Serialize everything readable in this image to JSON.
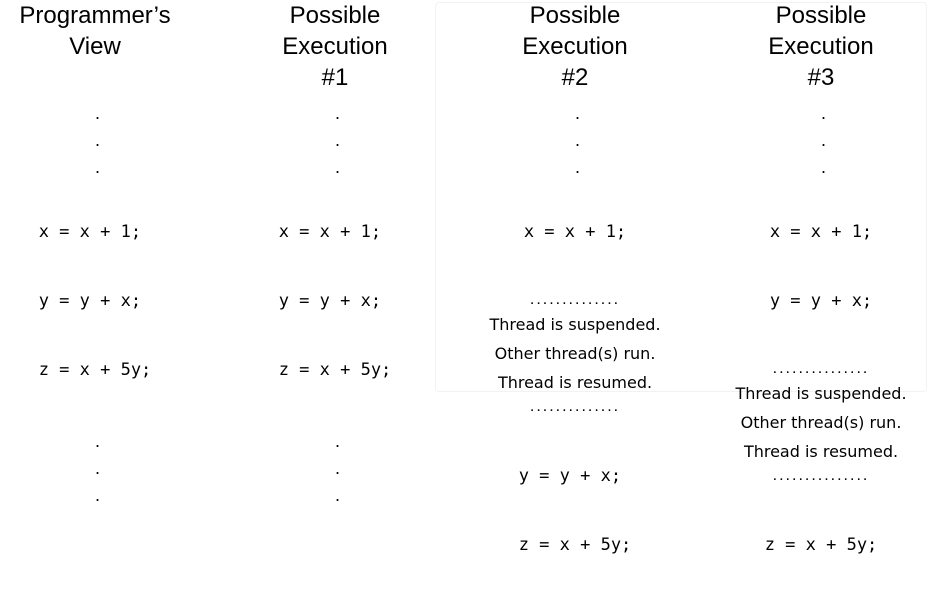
{
  "columns": [
    {
      "header": [
        "Programmer’s",
        "View"
      ],
      "before_dots": [
        ".",
        ".",
        "."
      ],
      "code": [
        "x = x + 1;",
        "y = y + x;",
        "z = x + 5y;"
      ],
      "after_dots": [
        ".",
        ".",
        "."
      ]
    },
    {
      "header": [
        "Possible",
        "Execution",
        "#1"
      ],
      "before_dots": [
        ".",
        ".",
        "."
      ],
      "code": [
        "x = x + 1;",
        "y = y + x;",
        "z = x + 5y;"
      ],
      "after_dots": [
        ".",
        ".",
        "."
      ]
    },
    {
      "header": [
        "Possible",
        "Execution",
        "#2"
      ],
      "before_dots": [
        ".",
        ".",
        "."
      ],
      "code_before": [
        "x = x + 1;"
      ],
      "separator": "..............",
      "notes": [
        "Thread is suspended.",
        "Other thread(s) run.",
        "Thread is resumed."
      ],
      "code_after": [
        "y = y + x;",
        "z = x + 5y;"
      ]
    },
    {
      "header": [
        "Possible",
        "Execution",
        "#3"
      ],
      "before_dots": [
        ".",
        ".",
        "."
      ],
      "code_before": [
        "x = x + 1;",
        "y = y + x;"
      ],
      "separator": "...............",
      "notes": [
        "Thread is suspended.",
        "Other thread(s) run.",
        "Thread is resumed."
      ],
      "code_after": [
        "z = x + 5y;"
      ]
    }
  ]
}
